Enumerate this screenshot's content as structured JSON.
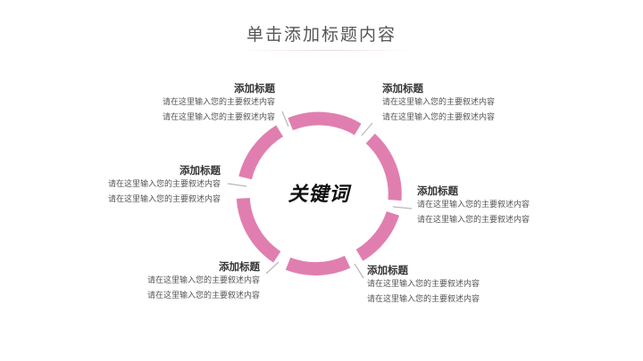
{
  "header": {
    "title": "单击添加标题内容"
  },
  "center": {
    "keyword": "关键词"
  },
  "colors": {
    "ring": "#E07FAF",
    "leader": "#b8b8b8",
    "title_text": "#555555"
  },
  "items": [
    {
      "title": "添加标题",
      "lines": [
        "请在这里输入您的主要叙述内容",
        "请在这里输入您的主要叙述内容"
      ]
    },
    {
      "title": "添加标题",
      "lines": [
        "请在这里输入您的主要叙述内容",
        "请在这里输入您的主要叙述内容"
      ]
    },
    {
      "title": "添加标题",
      "lines": [
        "请在这里输入您的主要叙述内容",
        "请在这里输入您的主要叙述内容"
      ]
    },
    {
      "title": "添加标题",
      "lines": [
        "请在这里输入您的主要叙述内容",
        "请在这里输入您的主要叙述内容"
      ]
    },
    {
      "title": "添加标题",
      "lines": [
        "请在这里输入您的主要叙述内容",
        "请在这里输入您的主要叙述内容"
      ]
    },
    {
      "title": "添加标题",
      "lines": [
        "请在这里输入您的主要叙述内容",
        "请在这里输入您的主要叙述内容"
      ]
    }
  ]
}
